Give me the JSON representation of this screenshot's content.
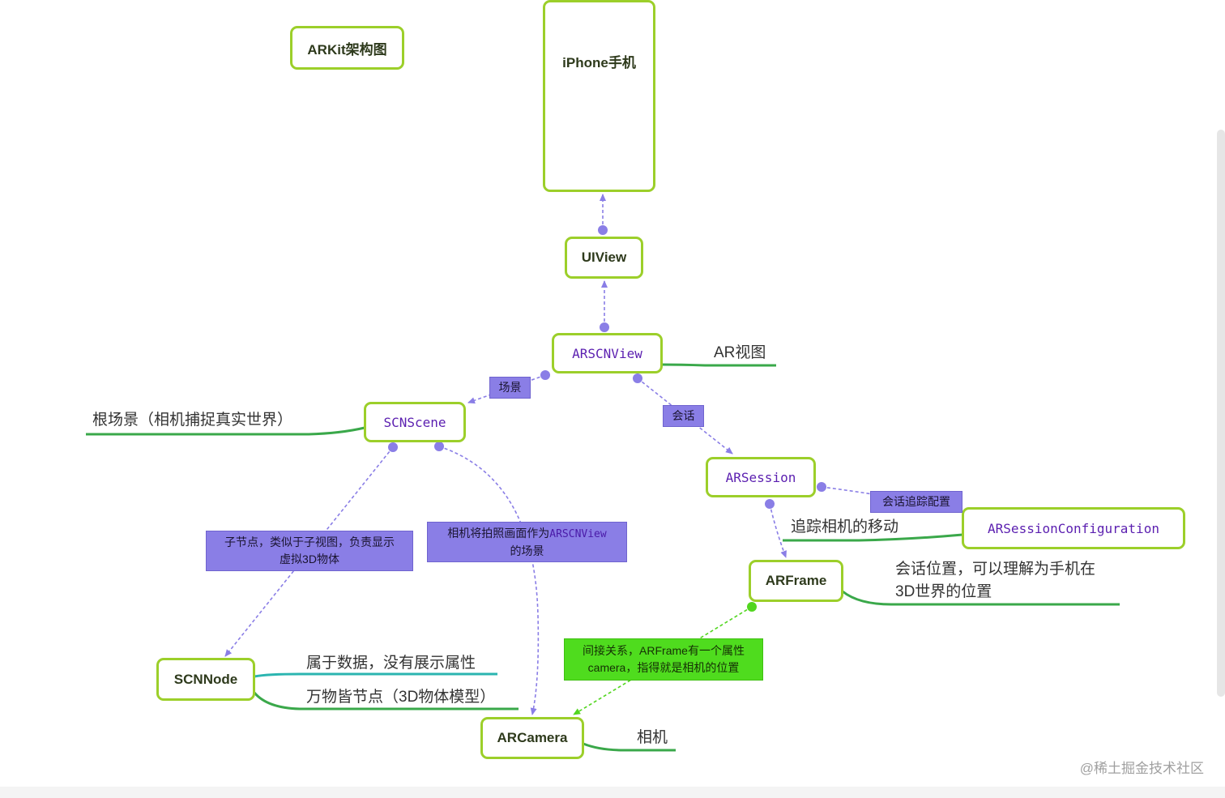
{
  "title": "ARKit架构图",
  "nodes": {
    "iphone": "iPhone手机",
    "uiview": "UIView",
    "arscnview": "ARSCNView",
    "scnscene": "SCNScene",
    "arsession": "ARSession",
    "arsessionconfiguration": "ARSessionConfiguration",
    "arframe": "ARFrame",
    "scnnode": "SCNNode",
    "arcamera": "ARCamera"
  },
  "edge_labels": {
    "scene": "场景",
    "session": "会话",
    "session_tracking_config": "会话追踪配置",
    "child_node_line1": "子节点，类似于子视图，负责显示",
    "child_node_line2": "虚拟3D物体",
    "camera_scene_prefix": "相机将拍照画面作为",
    "camera_scene_code": "ARSCNView",
    "camera_scene_line2": "的场景",
    "indirect_line1": "间接关系，ARFrame有一个属性",
    "indirect_line2": "camera，指得就是相机的位置"
  },
  "notes": {
    "arscnview": "AR视图",
    "scnscene": "根场景（相机捕捉真实世界）",
    "tracking": "追踪相机的移动",
    "arframe_line1": "会话位置，可以理解为手机在",
    "arframe_line2": "3D世界的位置",
    "scnnode_data": "属于数据，没有展示属性",
    "scnnode_all": "万物皆节点（3D物体模型）",
    "arcamera": "相机"
  },
  "watermark": "@稀土掘金技术社区",
  "colors": {
    "node_border": "#9ccf2a",
    "purple_link": "#8a7ee6",
    "green_link": "#52d61f",
    "underline_green": "#3aa84a",
    "underline_teal": "#2bb5b0"
  }
}
